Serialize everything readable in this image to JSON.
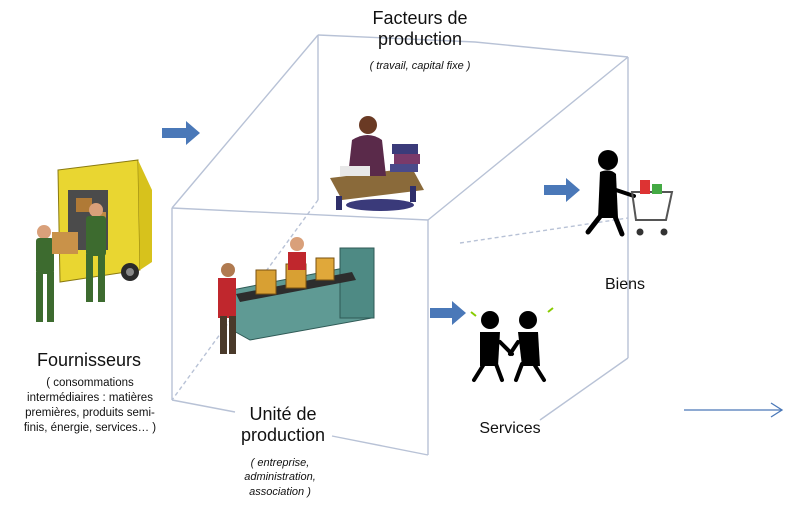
{
  "facteurs": {
    "title_line1": "Facteurs de",
    "title_line2": "production",
    "subtitle": "( travail, capital fixe )"
  },
  "fournisseurs": {
    "title": "Fournisseurs",
    "desc_lines": [
      "( consommations",
      "intermédiaires : matières",
      "premières, produits semi-",
      "finis, énergie, services… )"
    ]
  },
  "unite": {
    "title_line1": "Unité de",
    "title_line2": "production",
    "sub_lines": [
      "( entreprise,",
      "administration,",
      "association )"
    ]
  },
  "biens": {
    "label": "Biens"
  },
  "services": {
    "label": "Services"
  },
  "colors": {
    "arrow": "#4a78b8",
    "box_line": "#b8c2d6",
    "truck": "#e9d631",
    "worker": "#3d6b2f",
    "machine": "#5f9a94",
    "box": "#d8a033"
  },
  "icons": [
    "delivery-truck-icon",
    "desk-worker-icon",
    "assembly-line-icon",
    "shopper-cart-icon",
    "handshake-figures-icon"
  ]
}
